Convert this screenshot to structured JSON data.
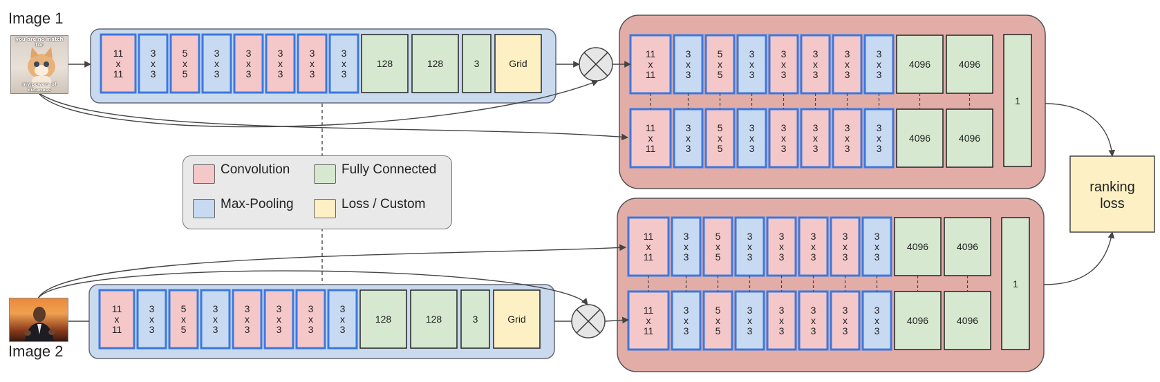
{
  "labels": {
    "image1": "Image 1",
    "image2": "Image 2",
    "ranking_loss": "ranking loss",
    "output_value": "1"
  },
  "thumbnails": {
    "cat_top_text": "you are no match for",
    "cat_bottom_text": "my powers of cuteness"
  },
  "legend": [
    {
      "key": "conv",
      "label": "Convolution"
    },
    {
      "key": "fc",
      "label": "Fully Connected"
    },
    {
      "key": "pool",
      "label": "Max-Pooling"
    },
    {
      "key": "custom",
      "label": "Loss / Custom"
    }
  ],
  "colors": {
    "conv": "#f4c7c9",
    "pool": "#c8daf2",
    "fc": "#d6e8d0",
    "custom": "#fdf0c4",
    "branch_panel": "#c9daee",
    "siamese_panel": "#e2aca7",
    "block_border": "#3a78e0",
    "legend_bg": "#e9e9e9"
  },
  "branch_blocks": [
    {
      "type": "conv",
      "text": "11\nx\n11"
    },
    {
      "type": "pool",
      "text": "3\nx\n3"
    },
    {
      "type": "conv",
      "text": "5\nx\n5"
    },
    {
      "type": "pool",
      "text": "3\nx\n3"
    },
    {
      "type": "conv",
      "text": "3\nx\n3"
    },
    {
      "type": "conv",
      "text": "3\nx\n3"
    },
    {
      "type": "conv",
      "text": "3\nx\n3"
    },
    {
      "type": "pool",
      "text": "3\nx\n3"
    },
    {
      "type": "fc",
      "text": "128"
    },
    {
      "type": "fc",
      "text": "128"
    },
    {
      "type": "fc",
      "text": "3"
    },
    {
      "type": "custom",
      "text": "Grid"
    }
  ],
  "siamese_row_blocks": [
    {
      "type": "conv",
      "text": "11\nx\n11"
    },
    {
      "type": "pool",
      "text": "3\nx\n3"
    },
    {
      "type": "conv",
      "text": "5\nx\n5"
    },
    {
      "type": "pool",
      "text": "3\nx\n3"
    },
    {
      "type": "conv",
      "text": "3\nx\n3"
    },
    {
      "type": "conv",
      "text": "3\nx\n3"
    },
    {
      "type": "conv",
      "text": "3\nx\n3"
    },
    {
      "type": "pool",
      "text": "3\nx\n3"
    },
    {
      "type": "fc",
      "text": "4096"
    },
    {
      "type": "fc",
      "text": "4096"
    }
  ]
}
